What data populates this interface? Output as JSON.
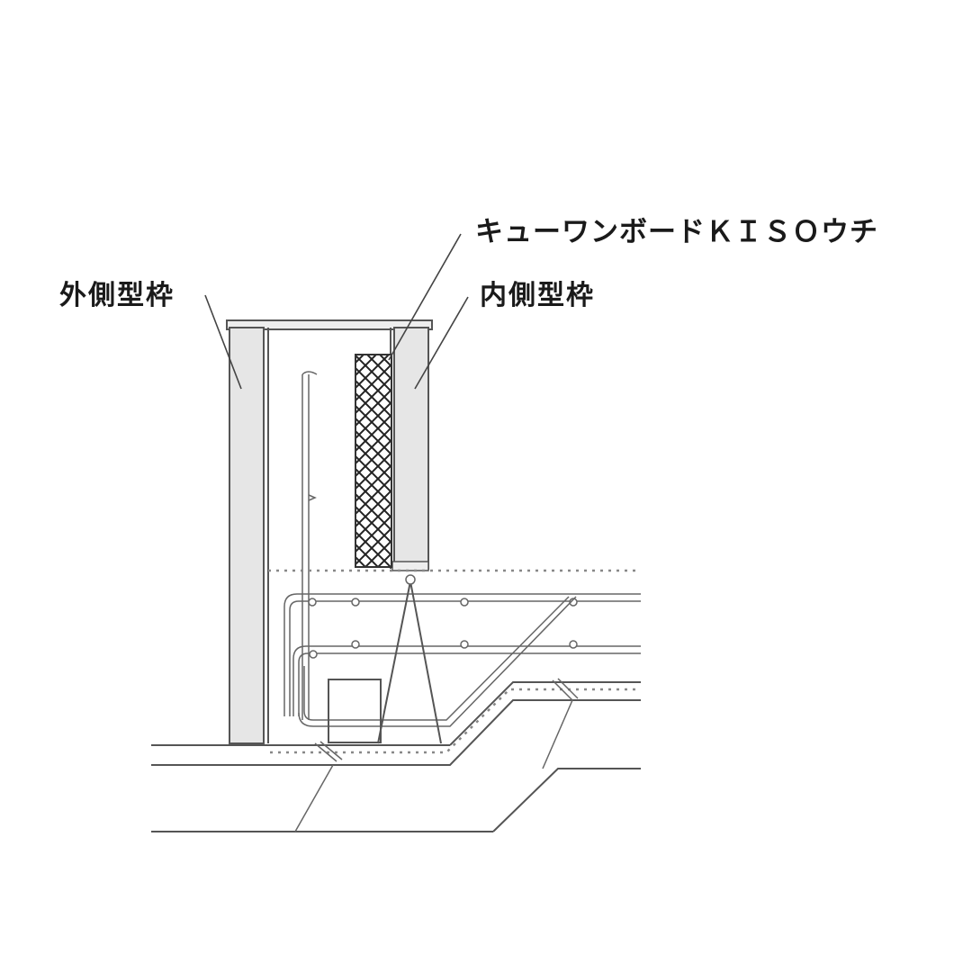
{
  "labels": {
    "product": "キューワンボードＫＩＳＯウチ",
    "outer_form": "外側型枠",
    "inner_form": "内側型枠"
  },
  "colors": {
    "background": "#ffffff",
    "line": "#555555",
    "panel_fill": "#e6e6e6",
    "text": "#1a1a1a"
  },
  "diagram": {
    "type": "foundation cross-section",
    "components": [
      "outer formwork panel",
      "inner formwork panel",
      "insulation board (cross-hatched)",
      "vertical rebar",
      "horizontal rebar (upper/lower)",
      "diagonal rebar",
      "spacer",
      "foundation slab",
      "ground / gravel layer"
    ]
  }
}
